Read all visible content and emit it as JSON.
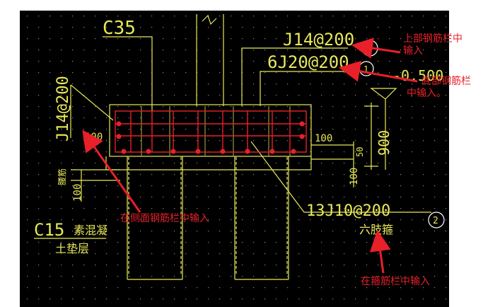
{
  "drawing": {
    "concrete_grade": "C35",
    "top_rebar": "J14@200",
    "bottom_rebar": "6J20@200",
    "side_rebar": "J14@200",
    "elevation": "-0.500",
    "height_dim": "900",
    "stirrup": "13J10@200",
    "stirrup_type": "六肢箍",
    "dim_100_a": "100",
    "dim_100_b": "100",
    "dim_100_c": "100",
    "dim_100_d": "100",
    "dim_50": "50",
    "pile_cap_label": "腰筋",
    "cushion_grade": "C15",
    "cushion_text": "素混凝",
    "cushion_layer": "土垫层",
    "callout_3": "3",
    "callout_1": "1",
    "callout_2": "2"
  },
  "annotations": {
    "top_note_line1": "上部钢筋栏中",
    "top_note_line2": "输入",
    "bottom_note_line1": "底部钢筋栏",
    "bottom_note_line2": "中输入。",
    "side_note": "在侧面钢筋栏中输入",
    "stirrup_note": "在箍筋栏中输入"
  },
  "colors": {
    "background": "#000000",
    "cad_yellow": "#e8e85a",
    "rebar_red": "#e8202a",
    "arrow_red": "#e8202a",
    "callout_white": "#ffffff",
    "grid_dot": "#8a8a8a"
  }
}
